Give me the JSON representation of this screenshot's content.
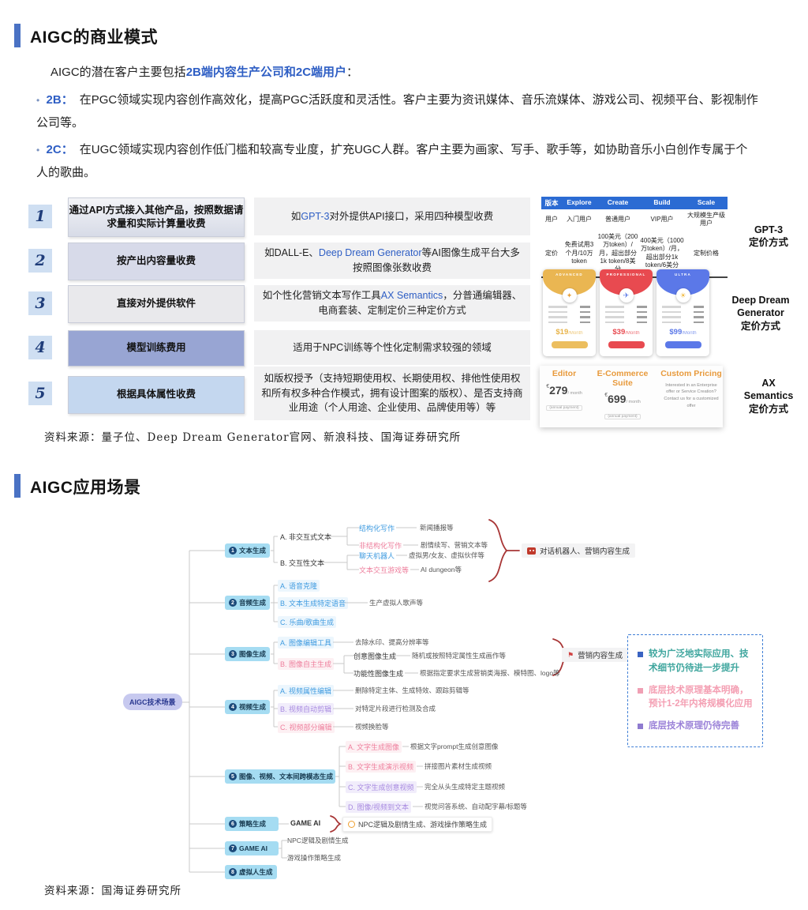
{
  "section1": {
    "title": "AIGC的商业模式",
    "intro_prefix": "AIGC的潜在客户主要包括",
    "intro_highlight": "2B端内容生产公司和2C端用户",
    "intro_suffix": "：",
    "bullets": [
      {
        "label": "2B：",
        "text": "在PGC领域实现内容创作高效化，提高PGC活跃度和灵活性。客户主要为资讯媒体、音乐流媒体、游戏公司、视频平台、影视制作公司等。"
      },
      {
        "label": "2C：",
        "text": "在UGC领域实现内容创作低门槛和较高专业度，扩充UGC人群。客户主要为画家、写手、歌手等，如协助音乐小白创作专属于个人的歌曲。"
      }
    ],
    "rows": [
      {
        "num": "1",
        "label": "通过API方式接入其他产品，按照数据请求量和实际计算量收费",
        "desc_pre": "如",
        "desc_link": "GPT-3",
        "desc_post": "对外提供API接口，采用四种模型收费"
      },
      {
        "num": "2",
        "label": "按产出内容量收费",
        "desc_pre": "如DALL-E、",
        "desc_link": "Deep Dream Generator",
        "desc_post": "等AI图像生成平台大多按照图像张数收费"
      },
      {
        "num": "3",
        "label": "直接对外提供软件",
        "desc_pre": "如个性化营销文本写作工具",
        "desc_link": "AX Semantics",
        "desc_post": "，分普通编辑器、电商套装、定制定价三种定价方式"
      },
      {
        "num": "4",
        "label": "模型训练费用",
        "desc_pre": "",
        "desc_link": "",
        "desc_post": "适用于NPC训练等个性化定制需求较强的领域"
      },
      {
        "num": "5",
        "label": "根据具体属性收费",
        "desc_pre": "",
        "desc_link": "",
        "desc_post": "如版权授予（支持短期使用权、长期使用权、排他性使用权和所有权多种合作模式，拥有设计图案的版权）、是否支持商业用途（个人用途、企业使用、品牌使用等）等"
      }
    ],
    "gpt3": {
      "h": [
        "版本",
        "Explore",
        "Create",
        "Build",
        "Scale"
      ],
      "user_row": [
        "用户",
        "入门用户",
        "普通用户",
        "VIP用户",
        "大规模生产级用户"
      ],
      "price_row": [
        "定价",
        "免费试用3个月/10万token",
        "100美元（200万token）/月，超出部分1k token/8美分",
        "400美元（1000万token）/月，超出部分1k token/6美分",
        "定制价格"
      ]
    },
    "captions": {
      "gpt3": [
        "GPT-3",
        "定价方式"
      ],
      "ddg": [
        "Deep Dream",
        "Generator",
        "定价方式"
      ],
      "ax": [
        "AX",
        "Semantics",
        "定价方式"
      ]
    },
    "ddg_cards": [
      {
        "tier": "ADVANCED",
        "icon": "✦",
        "price": "$19",
        "per": "/Month"
      },
      {
        "tier": "PROFESSIONAL",
        "icon": "✈",
        "price": "$39",
        "per": "/Month"
      },
      {
        "tier": "ULTRA",
        "icon": "☀",
        "price": "$99",
        "per": "/Month"
      }
    ],
    "ax_plans": [
      {
        "name": "Editor",
        "cur": "€",
        "price": "279",
        "per": "/ month",
        "note": "(annual payment)"
      },
      {
        "name": "E-Commerce Suite",
        "cur": "€",
        "price": "699",
        "per": "/ month",
        "note": "(annual payment)"
      },
      {
        "name": "Custom Pricing",
        "desc": "Interested in an Enterprise offer or Service Creation? Contact us for a customized offer"
      }
    ],
    "source": "资料来源：量子位、Deep Dream Generator官网、新浪科技、国海证券研究所"
  },
  "section2": {
    "title": "AIGC应用场景",
    "source": "资料来源：国海证券研究所"
  },
  "mindmap": {
    "root": "AIGC技术场景",
    "b1": {
      "num": "1",
      "label": "文本生成",
      "a": "A. 非交互式文本",
      "b": "B. 交互性文本",
      "n1": "结构化写作",
      "l1": "新闻播报等",
      "n2": "非结构化写作",
      "l2": "剧情续写、营销文本等",
      "n3": "聊天机器人",
      "l3": "虚拟男/女友、虚拟伙伴等",
      "n4": "文本交互游戏等",
      "l4": "AI dungeon等"
    },
    "callout1": "对话机器人、营销内容生成",
    "b2": {
      "num": "2",
      "label": "音频生成",
      "a": "A. 语音克隆",
      "b": "B. 文本生成特定语音",
      "c": "C. 乐曲/歌曲生成",
      "lb": "生产虚拟人歌声等"
    },
    "b3": {
      "num": "3",
      "label": "图像生成",
      "a": "A. 图像编辑工具",
      "b": "B. 图像自主生成",
      "la": "去除水印、提高分辨率等",
      "n1": "创意图像生成",
      "l1": "随机或按照特定属性生成画作等",
      "n2": "功能性图像生成",
      "l2": "根据指定要求生成营销类海报、模特图、logo等"
    },
    "callout3": "营销内容生成",
    "b4": {
      "num": "4",
      "label": "视频生成",
      "a": "A. 视频属性编辑",
      "b": "B. 视频自动剪辑",
      "c": "C. 视频部分编辑",
      "la": "删除特定主体、生成特效、跟踪剪辑等",
      "lb": "对特定片段进行检测及合成",
      "lc": "视频换脸等"
    },
    "b5": {
      "num": "5",
      "label": "图像、视频、文本间跨模态生成",
      "a": "A. 文字生成图像",
      "la": "根据文字prompt生成创意图像",
      "b": "B. 文字生成演示视频",
      "lb": "拼接图片素材生成视频",
      "c": "C. 文字生成创意视频",
      "lc": "完全从头生成特定主题视频",
      "d": "D. 图像/视频到文本",
      "ld": "视觉问答系统、自动配字幕/标题等"
    },
    "b6": {
      "num": "6",
      "label": "策略生成",
      "game": "GAME AI"
    },
    "callout6": "NPC逻辑及剧情生成、游戏操作策略生成",
    "b7": {
      "num": "7",
      "label": "GAME AI",
      "n1": "NPC逻辑及剧情生成",
      "n2": "游戏操作策略生成"
    },
    "b8": {
      "num": "8",
      "label": "虚拟人生成"
    },
    "note_box": [
      {
        "text": "较为广泛地实际应用、技术细节仍待进一步提升"
      },
      {
        "text": "底层技术原理基本明确，预计1-2年内将规模化应用"
      },
      {
        "text": "底层技术原理仍待完善"
      }
    ]
  }
}
